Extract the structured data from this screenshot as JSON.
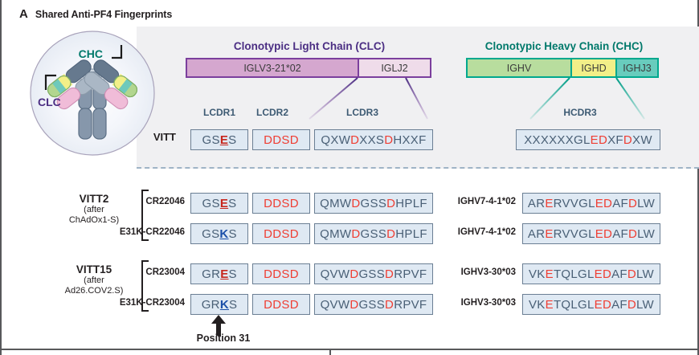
{
  "panel": {
    "letter": "A",
    "title": "Shared Anti-PF4 Fingerprints"
  },
  "colors": {
    "clc_accent": "#4b2e83",
    "chc_accent": "#00796b",
    "clc_border": "#7b3f9d",
    "chc_border": "#00a88e",
    "iglv_fill": "#d5a7cf",
    "iglj_fill": "#efdcea",
    "ighv_fill": "#b8dd9e",
    "ighd_fill": "#f2ef88",
    "ighj_fill": "#68ccbd",
    "seq_box_fill": "#dfe9f3",
    "seq_box_border": "#6b7f94",
    "seq_text": "#4a6076",
    "highlight_red": "#ef3e33",
    "mutation_blue": "#1b4fa8",
    "consensus_bg": "#f0f0f2",
    "dashed_divider": "#9fb3c6"
  },
  "diagram": {
    "label_chc": "CHC",
    "label_clc": "CLC",
    "alt": "antibody-schematic"
  },
  "light_chain": {
    "title": "Clonotypic Light Chain (CLC)",
    "segments": [
      {
        "name": "IGLV3-21*02"
      },
      {
        "name": "IGLJ2"
      }
    ]
  },
  "heavy_chain": {
    "title": "Clonotypic Heavy Chain (CHC)",
    "segments": [
      {
        "name": "IGHV"
      },
      {
        "name": "IGHD"
      },
      {
        "name": "IGHJ3"
      }
    ]
  },
  "cdr_headers": {
    "lcdr1": "LCDR1",
    "lcdr2": "LCDR2",
    "lcdr3": "LCDR3",
    "hcdr3": "HCDR3"
  },
  "consensus_row": {
    "label": "VITT",
    "lcdr1": "GSES",
    "lcdr2": "DDSD",
    "lcdr3": "QXWDXXSDHXXF",
    "hcdr3": "XXXXXXGLEDXFDXW"
  },
  "groups": [
    {
      "name": "VITT2",
      "sub_line1": "(after",
      "sub_line2": "ChAdOx1-S)",
      "rows": [
        {
          "clone": "CR22046",
          "lcdr1": "GSES",
          "lcdr2": "DDSD",
          "lcdr3": "QMWDGSSDHPLF",
          "ighv": "IGHV7-4-1*02",
          "hcdr3": "ARERVVGLEDAFDLW"
        },
        {
          "clone": "E31K-CR22046",
          "lcdr1": "GSKS",
          "lcdr2": "DDSD",
          "lcdr3": "QMWDGSSDHPLF",
          "ighv": "IGHV7-4-1*02",
          "hcdr3": "ARERVVGLEDAFDLW"
        }
      ]
    },
    {
      "name": "VITT15",
      "sub_line1": "(after",
      "sub_line2": "Ad26.COV2.S)",
      "rows": [
        {
          "clone": "CR23004",
          "lcdr1": "GRES",
          "lcdr2": "DDSD",
          "lcdr3": "QVWDGSSDRPVF",
          "ighv": "IGHV3-30*03",
          "hcdr3": "VKETQLGLEDAFDLW"
        },
        {
          "clone": "E31K-CR23004",
          "lcdr1": "GRKS",
          "lcdr2": "DDSD",
          "lcdr3": "QVWDGSSDRPVF",
          "ighv": "IGHV3-30*03",
          "hcdr3": "VKETQLGLEDAFDLW"
        }
      ]
    }
  ],
  "annotation": {
    "position_label": "Position 31"
  }
}
